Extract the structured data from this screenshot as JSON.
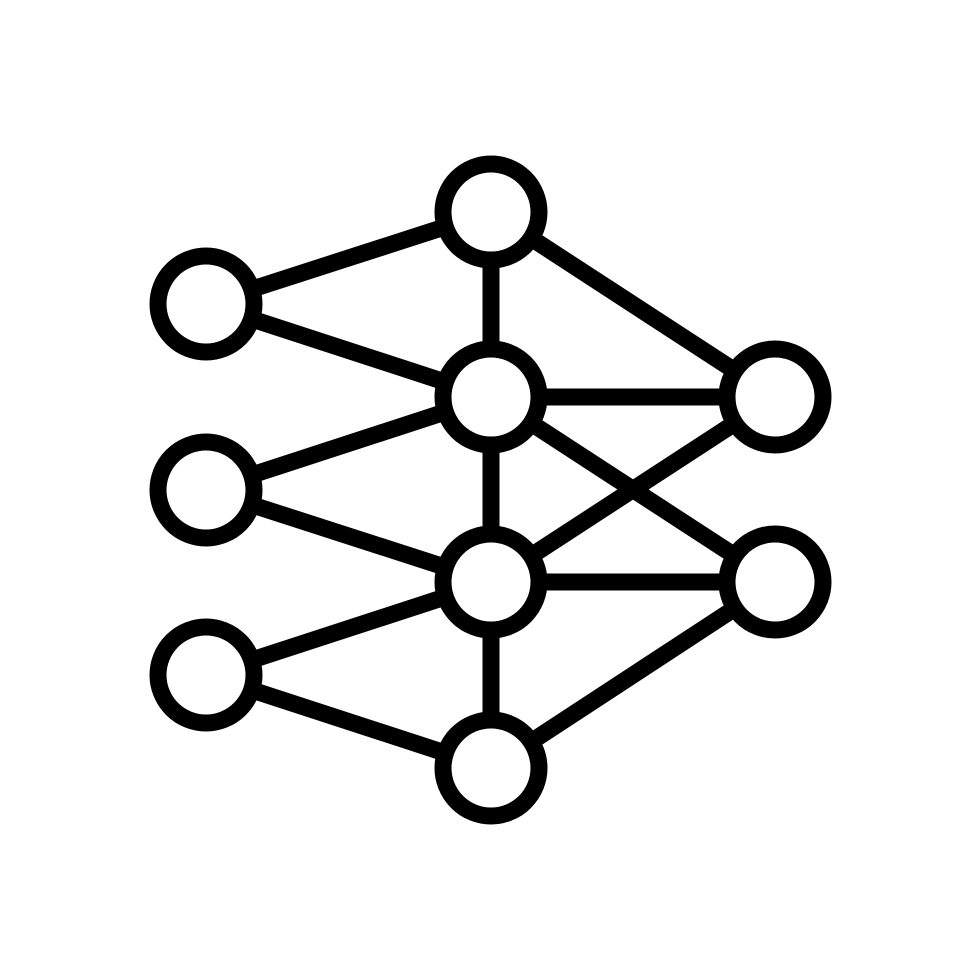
{
  "diagram": {
    "type": "network-icon",
    "colors": {
      "stroke": "#000000",
      "fill": "#ffffff",
      "background": "#ffffff"
    },
    "layers": [
      {
        "id": "input",
        "nodes": [
          "a1",
          "a2",
          "a3"
        ]
      },
      {
        "id": "hidden",
        "nodes": [
          "b1",
          "b2",
          "b3",
          "b4"
        ]
      },
      {
        "id": "output",
        "nodes": [
          "c1",
          "c2"
        ]
      }
    ],
    "edges": [
      [
        "a1",
        "b1"
      ],
      [
        "a1",
        "b2"
      ],
      [
        "a2",
        "b2"
      ],
      [
        "a2",
        "b3"
      ],
      [
        "a3",
        "b3"
      ],
      [
        "a3",
        "b4"
      ],
      [
        "b1",
        "b2"
      ],
      [
        "b2",
        "b3"
      ],
      [
        "b3",
        "b4"
      ],
      [
        "b1",
        "c1"
      ],
      [
        "b2",
        "c1"
      ],
      [
        "b3",
        "c1"
      ],
      [
        "b2",
        "c2"
      ],
      [
        "b3",
        "c2"
      ],
      [
        "b4",
        "c2"
      ]
    ]
  }
}
